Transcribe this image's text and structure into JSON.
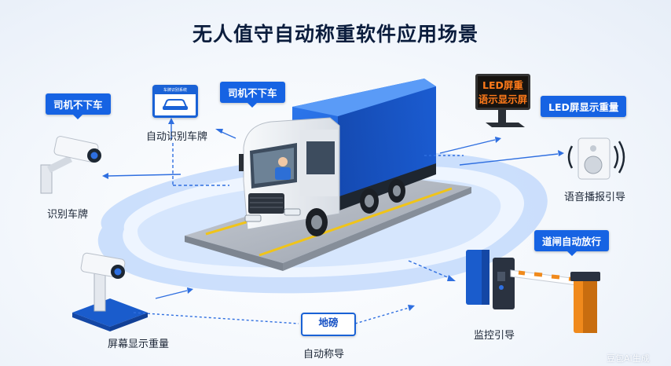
{
  "title": "无人值守自动称重软件应用场景",
  "tags": {
    "driver_left": "司机不下车",
    "driver_top": "司机不下车",
    "led_display": "LED屏显示重量",
    "gate": "道闸自动放行"
  },
  "labels": {
    "plate_recognition_auto": "自动识别车牌",
    "plate_recognition": "识别车牌",
    "voice": "语音播报引导",
    "screen_weight": "屏幕显示重量",
    "auto_weighing": "自动称导",
    "monitor": "监控引导"
  },
  "led_screen": {
    "line1": "LED屏重",
    "line2": "语示显示屏"
  },
  "plate_sign": {
    "header": "车牌识别系统"
  },
  "scale_pad": {
    "text": "地磅"
  },
  "watermark": "豆包AI生成",
  "icons": [
    "camera-icon",
    "plate-sign-icon",
    "led-screen-icon",
    "speaker-icon",
    "barrier-gate-icon",
    "truck-icon",
    "scale-pad-icon"
  ],
  "colors": {
    "primary": "#1663e3",
    "led_text": "#ff7a1a",
    "barrier_orange": "#f08a1c"
  }
}
